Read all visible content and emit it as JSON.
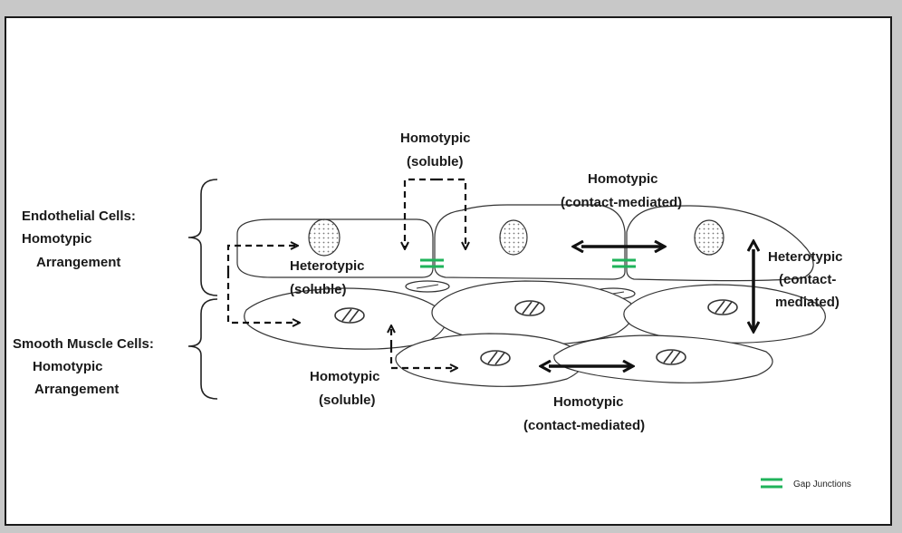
{
  "labels": {
    "endothelial_title": "Endothelial Cells:",
    "endothelial_line2": "Homotypic",
    "endothelial_line3": "Arrangement",
    "smooth_title": "Smooth Muscle Cells:",
    "smooth_line2": "Homotypic",
    "smooth_line3": "Arrangement",
    "homo_soluble_top_1": "Homotypic",
    "homo_soluble_top_2": "(soluble)",
    "homo_contact_top_1": "Homotypic",
    "homo_contact_top_2": "(contact-mediated)",
    "hetero_soluble_1": "Heterotypic",
    "hetero_soluble_2": "(soluble)",
    "hetero_contact_1": "Heterotypic",
    "hetero_contact_2": "(contact-",
    "hetero_contact_3": "mediated)",
    "homo_soluble_bottom_1": "Homotypic",
    "homo_soluble_bottom_2": "(soluble)",
    "homo_contact_bottom_1": "Homotypic",
    "homo_contact_bottom_2": "(contact-mediated)"
  },
  "legend": {
    "gap_junctions": "Gap Junctions"
  },
  "colors": {
    "gap_junction": "#1fb35a",
    "background": "#c8c8c8",
    "frame": "#ffffff"
  }
}
